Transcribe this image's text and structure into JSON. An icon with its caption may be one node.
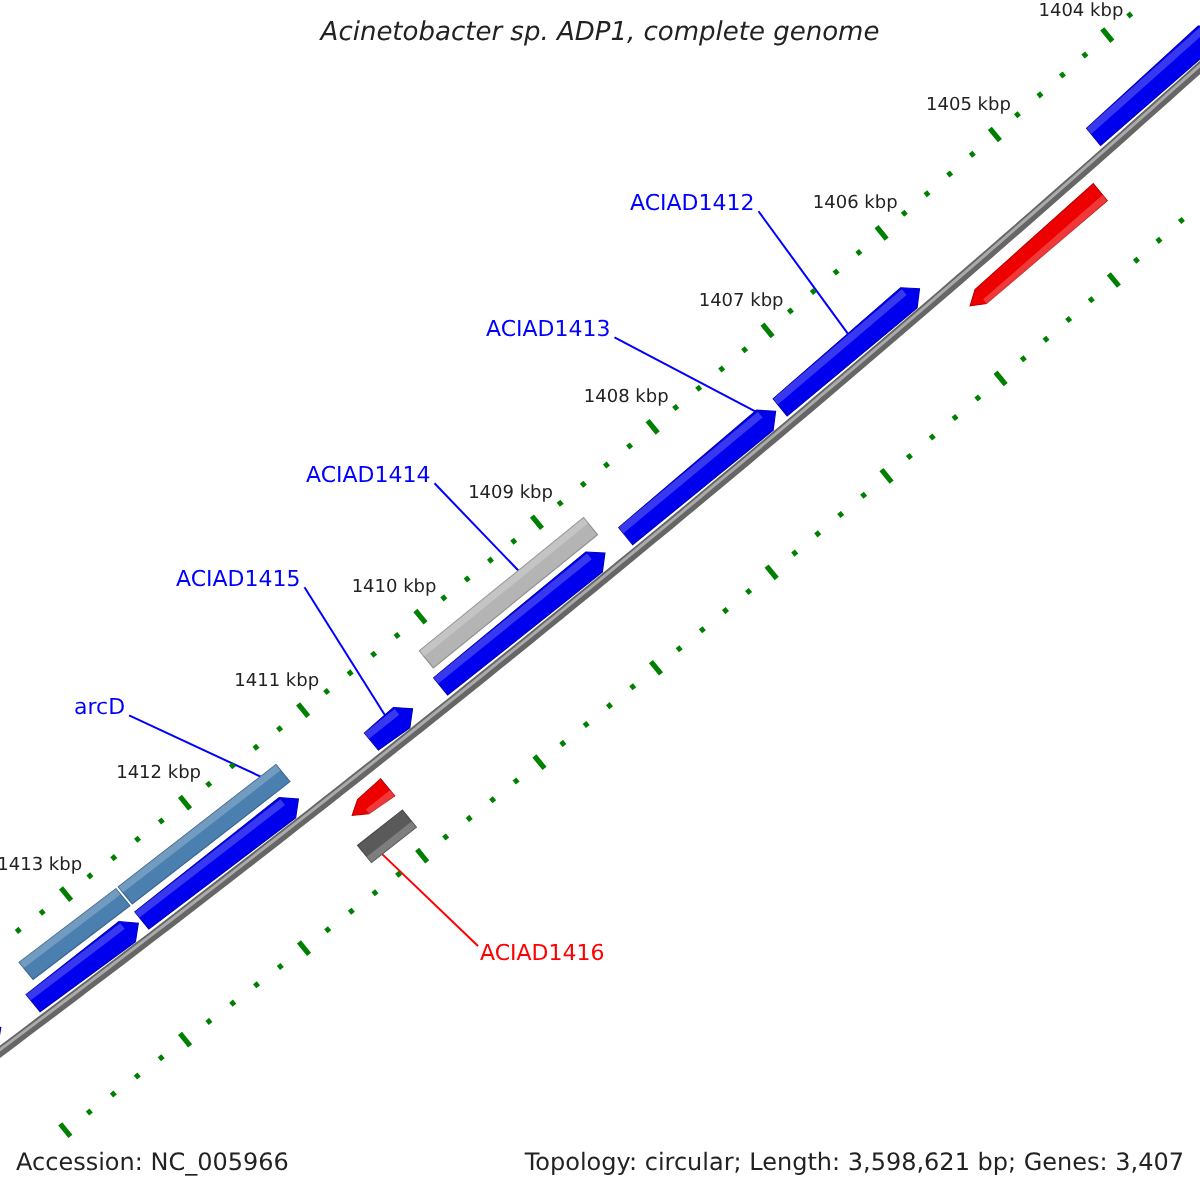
{
  "diagram": {
    "title": "Acinetobacter sp. ADP1, complete genome",
    "nodes": [
      {
        "text": [
          "ACIAD1412"
        ]
      },
      {
        "text": [
          "ACIAD1413"
        ]
      },
      {
        "text": [
          "ACIAD1414"
        ]
      },
      {
        "text": [
          "ACIAD1415"
        ]
      },
      {
        "text": [
          "arcD"
        ]
      },
      {
        "text": [
          "ACIAD1416"
        ]
      },
      {
        "text": [],
        "shape": "arrow"
      },
      {
        "text": [],
        "shape": "arrow"
      },
      {
        "text": [],
        "shape": "arrow"
      },
      {
        "text": [],
        "shape": "arrow"
      },
      {
        "text": [],
        "shape": "bar"
      },
      {
        "text": [],
        "shape": "arrow"
      },
      {
        "text": [],
        "shape": "arrow"
      },
      {
        "text": [],
        "shape": "arrow"
      },
      {
        "text": [],
        "shape": "bar"
      },
      {
        "text": [],
        "shape": "bar"
      },
      {
        "text": [],
        "shape": "arrow"
      },
      {
        "text": [],
        "shape": "bar"
      },
      {
        "text": [],
        "shape": "arrow"
      },
      {
        "text": [],
        "shape": "arrow"
      }
    ],
    "edges": [
      {
        "from": 0,
        "to": 8,
        "arrow": "none"
      },
      {
        "from": 1,
        "to": 9,
        "arrow": "none"
      },
      {
        "from": 2,
        "to": 10,
        "arrow": "none"
      },
      {
        "from": 3,
        "to": 12,
        "arrow": "none"
      },
      {
        "from": 4,
        "to": 14,
        "arrow": "none"
      },
      {
        "from": 5,
        "to": 15,
        "arrow": "none",
        "color": "#ff0000"
      }
    ],
    "labels": [
      "1404 kbp",
      "1405 kbp",
      "1406 kbp",
      "1407 kbp",
      "1408 kbp",
      "1409 kbp",
      "1410 kbp",
      "1411 kbp",
      "1412 kbp",
      "1413 kbp",
      "Accession: NC_005966",
      "Topology: circular; Length: 3,598,621 bp; Genes: 3,407"
    ]
  }
}
